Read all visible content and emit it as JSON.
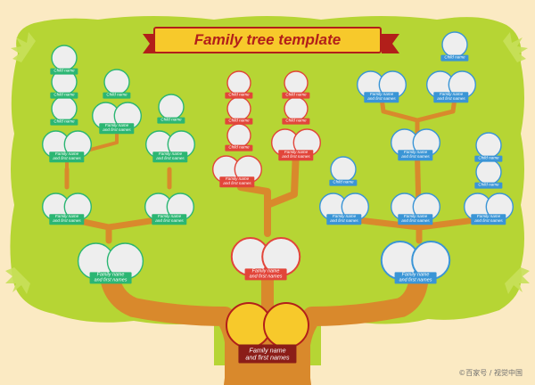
{
  "title": "Family tree template",
  "labels": {
    "child": "Child name",
    "family": "Family name\nand first names",
    "big_family": "Family name\nand first names",
    "root": "Family name\nand first names"
  },
  "watermark": "©百家号 / 视觉中国",
  "colors": {
    "background": "#fbeac3",
    "foliage": "#b6d534",
    "trunk": "#d9892c",
    "banner": "#f7c92b",
    "banner_border": "#b21f1a",
    "green_ribbon": "#2bb673",
    "red_ribbon": "#e2453a",
    "blue_ribbon": "#3a95d6",
    "root_circle": "#f7c92b",
    "root_ribbon": "#8b1d18",
    "circle_fill": "#eeeeee",
    "circle_border_green": "#2bb673",
    "circle_border_red": "#e2453a",
    "circle_border_blue": "#3a95d6"
  },
  "icons": [
    "person-portrait-circle"
  ]
}
